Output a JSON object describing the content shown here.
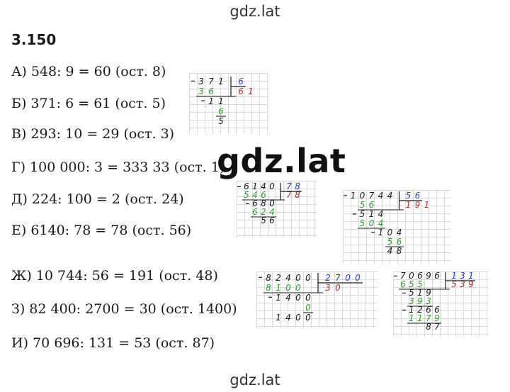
{
  "watermark": {
    "top": "gdz.lat",
    "middle": "gdz.lat",
    "bottom": "gdz.lat"
  },
  "problem": {
    "number": "3.150",
    "items": [
      "А) 548: 9 = 60 (ост. 8)",
      "Б) 371: 6 = 61 (ост. 5)",
      "В) 293: 10 = 29 (ост. 3)",
      "Г) 100 000: 3 = 333 33 (ост. 1)",
      "Д) 224: 100 = 2 (ост. 24)",
      "Е) 6140: 78 = 78 (ост. 56)",
      "Ж) 10 744: 56 = 191 (ост. 48)",
      "З) 82 400: 2700 = 30 (ост. 1400)",
      "И) 70 696: 131 = 53 (ост. 87)"
    ]
  },
  "colors": {
    "black": "#1a1a1a",
    "green": "#2e9b2e",
    "blue": "#2a3fc9",
    "red": "#b8322e"
  },
  "divisions": [
    {
      "id": "371-6",
      "rows": [
        {
          "minus": true,
          "cells": [
            [
              "3",
              "black"
            ],
            [
              "7",
              "black"
            ],
            [
              "1",
              "black"
            ],
            [
              "|",
              ""
            ],
            [
              "6",
              "blue"
            ]
          ]
        },
        {
          "cells": [
            [
              "3",
              "green"
            ],
            [
              "6",
              "green"
            ],
            [
              "",
              ""
            ],
            [
              "|",
              ""
            ],
            [
              "6",
              "red"
            ],
            [
              "1",
              "red"
            ]
          ]
        },
        {
          "minus": true,
          "offset": 1,
          "cells": [
            [
              "1",
              "black"
            ],
            [
              "1",
              "black"
            ]
          ]
        },
        {
          "offset": 2,
          "cells": [
            [
              "6",
              "green"
            ]
          ]
        },
        {
          "offset": 2,
          "cells": [
            [
              "5",
              "black"
            ]
          ]
        }
      ]
    },
    {
      "id": "6140-78",
      "rows": [
        {
          "minus": true,
          "cells": [
            [
              "6",
              "black"
            ],
            [
              "1",
              "black"
            ],
            [
              "4",
              "black"
            ],
            [
              "0",
              "black"
            ],
            [
              "|",
              ""
            ],
            [
              "7",
              "blue"
            ],
            [
              "8",
              "blue"
            ]
          ]
        },
        {
          "cells": [
            [
              "5",
              "green"
            ],
            [
              "4",
              "green"
            ],
            [
              "6",
              "green"
            ],
            [
              "",
              ""
            ],
            [
              "|",
              ""
            ],
            [
              "7",
              "red"
            ],
            [
              "8",
              "red"
            ]
          ]
        },
        {
          "minus": true,
          "offset": 1,
          "cells": [
            [
              "6",
              "black"
            ],
            [
              "8",
              "black"
            ],
            [
              "0",
              "black"
            ]
          ]
        },
        {
          "offset": 1,
          "cells": [
            [
              "6",
              "green"
            ],
            [
              "2",
              "green"
            ],
            [
              "4",
              "green"
            ]
          ]
        },
        {
          "offset": 2,
          "cells": [
            [
              "5",
              "black"
            ],
            [
              "6",
              "black"
            ]
          ]
        }
      ]
    },
    {
      "id": "10744-56",
      "rows": [
        {
          "minus": true,
          "cells": [
            [
              "1",
              "black"
            ],
            [
              "0",
              "black"
            ],
            [
              "7",
              "black"
            ],
            [
              "4",
              "black"
            ],
            [
              "4",
              "black"
            ],
            [
              "|",
              ""
            ],
            [
              "5",
              "blue"
            ],
            [
              "6",
              "blue"
            ]
          ]
        },
        {
          "offset": 1,
          "cells": [
            [
              "5",
              "green"
            ],
            [
              "6",
              "green"
            ],
            [
              "",
              ""
            ],
            [
              "",
              ""
            ],
            [
              "|",
              ""
            ],
            [
              "1",
              "red"
            ],
            [
              "9",
              "red"
            ],
            [
              "1",
              "red"
            ]
          ]
        },
        {
          "minus": true,
          "offset": 1,
          "cells": [
            [
              "5",
              "black"
            ],
            [
              "1",
              "black"
            ],
            [
              "4",
              "black"
            ]
          ]
        },
        {
          "offset": 1,
          "cells": [
            [
              "5",
              "green"
            ],
            [
              "0",
              "green"
            ],
            [
              "4",
              "green"
            ]
          ]
        },
        {
          "minus": true,
          "offset": 3,
          "cells": [
            [
              "1",
              "black"
            ],
            [
              "0",
              "black"
            ],
            [
              "4",
              "black"
            ]
          ]
        },
        {
          "offset": 4,
          "cells": [
            [
              "5",
              "green"
            ],
            [
              "6",
              "green"
            ]
          ]
        },
        {
          "offset": 4,
          "cells": [
            [
              "4",
              "black"
            ],
            [
              "8",
              "black"
            ]
          ]
        }
      ]
    },
    {
      "id": "82400-2700",
      "rows": [
        {
          "minus": true,
          "cells": [
            [
              "8",
              "black"
            ],
            [
              "2",
              "black"
            ],
            [
              "4",
              "black"
            ],
            [
              "0",
              "black"
            ],
            [
              "0",
              "black"
            ],
            [
              "|",
              ""
            ],
            [
              "2",
              "blue"
            ],
            [
              "7",
              "blue"
            ],
            [
              "0",
              "blue"
            ],
            [
              "0",
              "blue"
            ]
          ]
        },
        {
          "cells": [
            [
              "8",
              "green"
            ],
            [
              "1",
              "green"
            ],
            [
              "0",
              "green"
            ],
            [
              "0",
              "green"
            ],
            [
              "",
              ""
            ],
            [
              "|",
              ""
            ],
            [
              "3",
              "red"
            ],
            [
              "0",
              "red"
            ]
          ]
        },
        {
          "minus": true,
          "offset": 1,
          "cells": [
            [
              "1",
              "black"
            ],
            [
              "4",
              "black"
            ],
            [
              "0",
              "black"
            ],
            [
              "0",
              "black"
            ]
          ]
        },
        {
          "offset": 4,
          "cells": [
            [
              "0",
              "green"
            ]
          ]
        },
        {
          "offset": 1,
          "cells": [
            [
              "1",
              "black"
            ],
            [
              "4",
              "black"
            ],
            [
              "0",
              "black"
            ],
            [
              "0",
              "black"
            ]
          ]
        }
      ]
    },
    {
      "id": "70696-131",
      "rows": [
        {
          "minus": true,
          "cells": [
            [
              "7",
              "black"
            ],
            [
              "0",
              "black"
            ],
            [
              "6",
              "black"
            ],
            [
              "9",
              "black"
            ],
            [
              "6",
              "black"
            ],
            [
              "|",
              ""
            ],
            [
              "1",
              "blue"
            ],
            [
              "3",
              "blue"
            ],
            [
              "1",
              "blue"
            ]
          ]
        },
        {
          "cells": [
            [
              "6",
              "green"
            ],
            [
              "5",
              "green"
            ],
            [
              "5",
              "green"
            ],
            [
              "",
              ""
            ],
            [
              "",
              ""
            ],
            [
              "|",
              ""
            ],
            [
              "5",
              "red"
            ],
            [
              "3",
              "red"
            ],
            [
              "9",
              "red"
            ]
          ]
        },
        {
          "minus": true,
          "offset": 1,
          "cells": [
            [
              "5",
              "black"
            ],
            [
              "1",
              "black"
            ],
            [
              "9",
              "black"
            ]
          ]
        },
        {
          "offset": 1,
          "cells": [
            [
              "3",
              "green"
            ],
            [
              "9",
              "green"
            ],
            [
              "3",
              "green"
            ]
          ]
        },
        {
          "minus": true,
          "offset": 1,
          "cells": [
            [
              "1",
              "black"
            ],
            [
              "2",
              "black"
            ],
            [
              "6",
              "black"
            ],
            [
              "6",
              "black"
            ]
          ]
        },
        {
          "offset": 1,
          "cells": [
            [
              "1",
              "green"
            ],
            [
              "1",
              "green"
            ],
            [
              "7",
              "green"
            ],
            [
              "9",
              "green"
            ]
          ]
        },
        {
          "offset": 3,
          "cells": [
            [
              "8",
              "black"
            ],
            [
              "7",
              "black"
            ]
          ]
        }
      ]
    }
  ]
}
